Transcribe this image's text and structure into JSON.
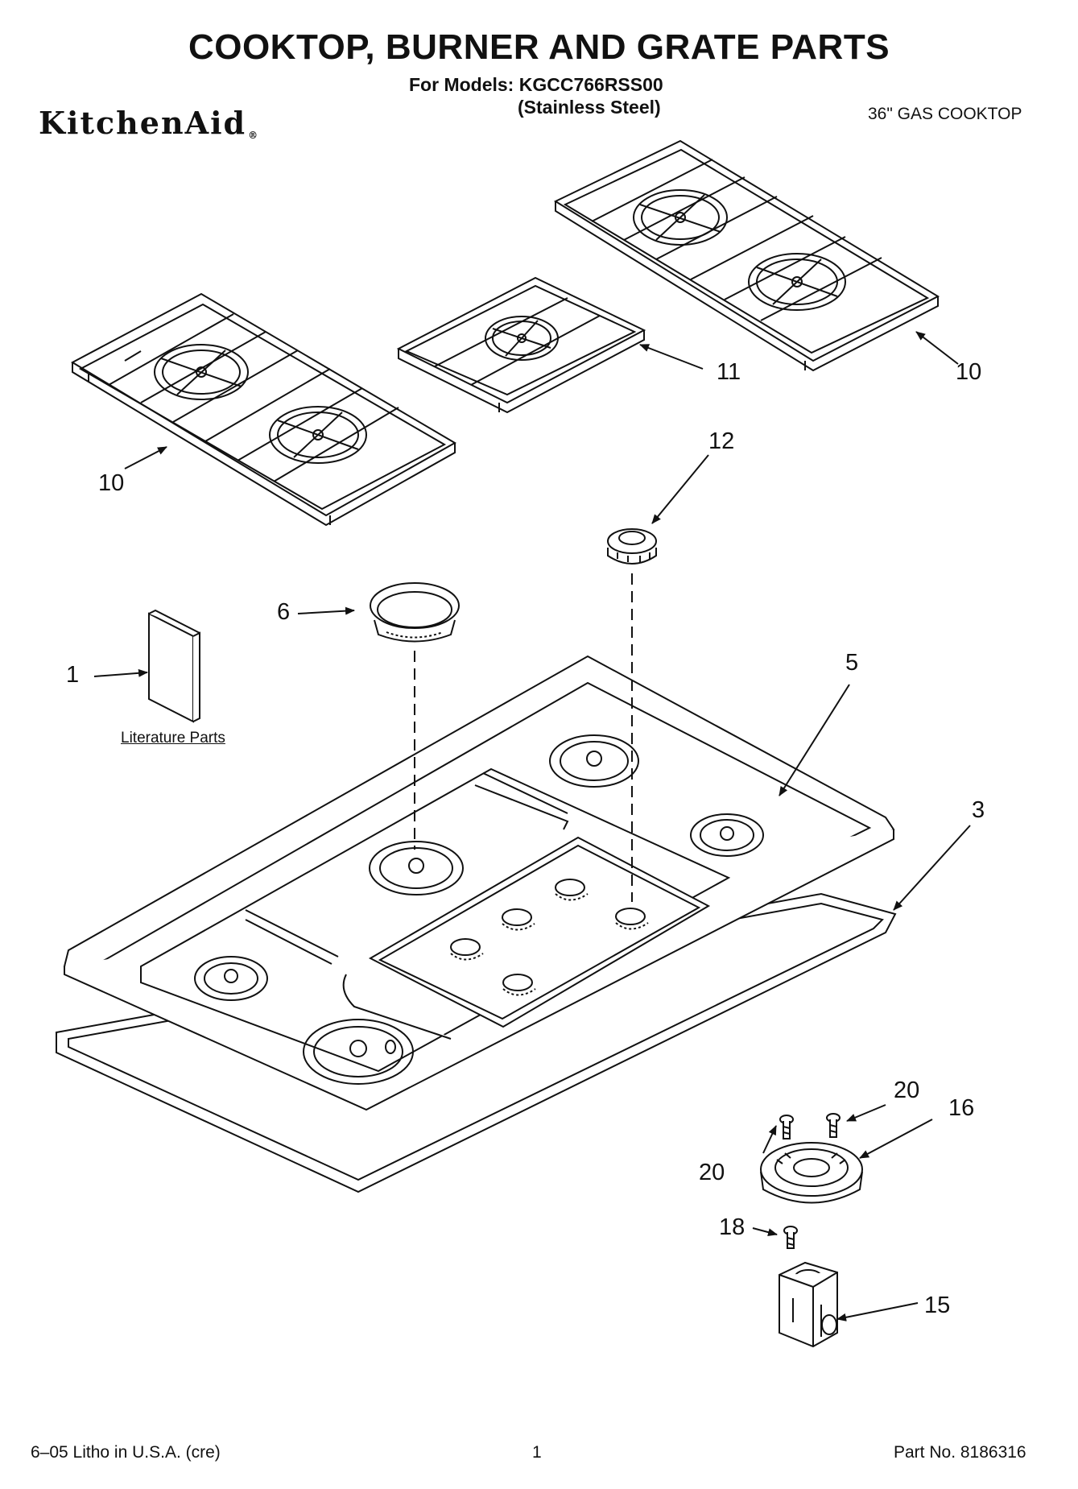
{
  "header": {
    "title": "COOKTOP, BURNER AND GRATE PARTS",
    "models_line": "For Models: KGCC766RSS00",
    "finish": "(Stainless Steel)",
    "brand": "KitchenAid",
    "brand_mark": "®",
    "product": "36\" GAS COOKTOP"
  },
  "callouts": {
    "c1": "1",
    "c3": "3",
    "c5": "5",
    "c6": "6",
    "c10_left": "10",
    "c10_right": "10",
    "c11": "11",
    "c12": "12",
    "c15": "15",
    "c16": "16",
    "c18": "18",
    "c20_upper": "20",
    "c20_lower": "20"
  },
  "literature_label": "Literature Parts",
  "footer": {
    "left": "6–05 Litho in U.S.A. (cre)",
    "page": "1",
    "part_no": "Part No. 8186316"
  },
  "colors": {
    "ink": "#111111",
    "paper": "#ffffff"
  }
}
